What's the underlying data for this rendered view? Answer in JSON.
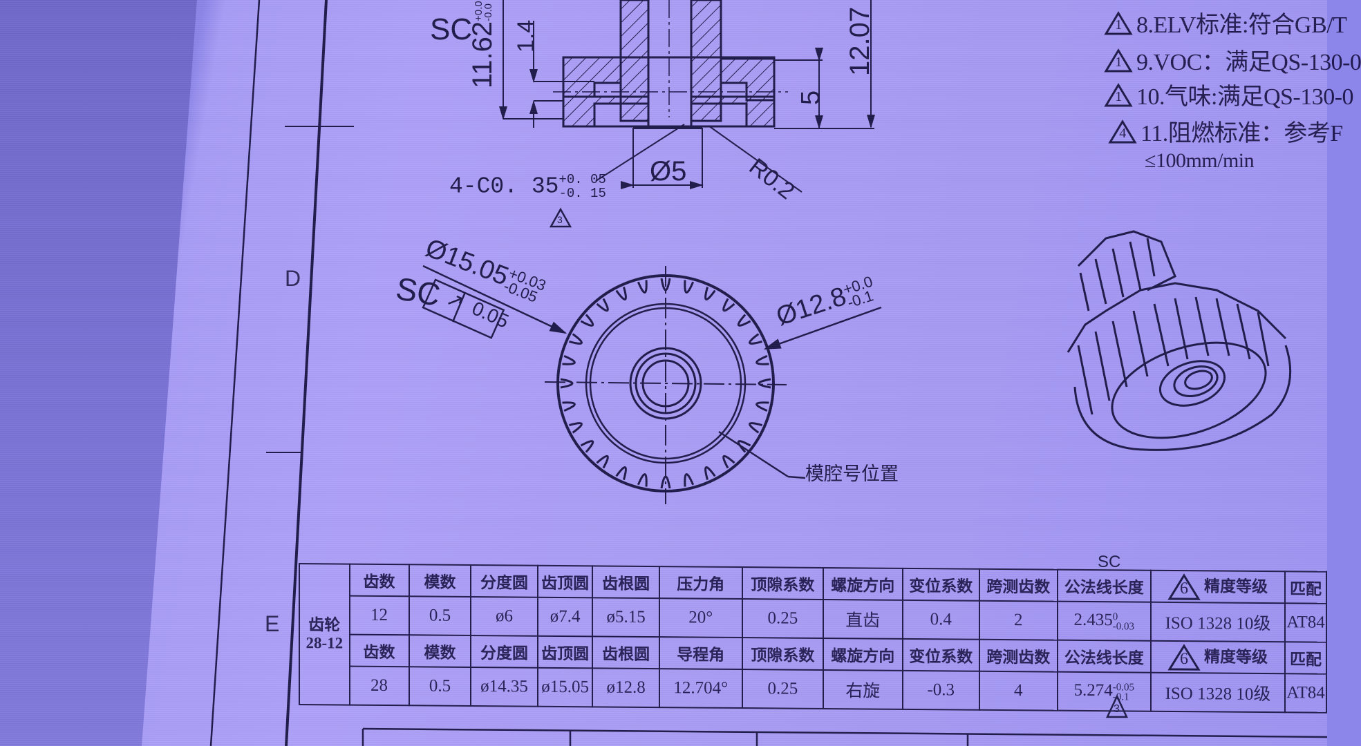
{
  "zones": {
    "d": "D",
    "e": "E"
  },
  "notes": [
    {
      "marker": "1",
      "text": "8.ELV标准:符合GB/T"
    },
    {
      "marker": "1",
      "text": "9.VOC：满足QS-130-0"
    },
    {
      "marker": "1",
      "text": "10.气味:满足QS-130-0"
    },
    {
      "marker": "4",
      "text": "11.阻燃标准：参考F"
    },
    {
      "marker": "",
      "text": "≤100mm/min"
    }
  ],
  "section_view": {
    "sc_label": "SC",
    "height_dim": "11.62",
    "height_tol_upper": "+0.0",
    "height_tol_lower": "-0.0",
    "step_dim": "1.4",
    "flange_dim": "5",
    "overall_dim": "12.07",
    "bore_dim": "Ø5",
    "radius_dim": "R0.2",
    "chamfer_dim": "4-C0. 35",
    "chamfer_tol_upper": "+0. 05",
    "chamfer_tol_lower": "-0. 15",
    "chamfer_marker": "3"
  },
  "front_view": {
    "sc_label": "SC",
    "tip_dim": "Ø15.05",
    "tip_tol_upper": "+0.03",
    "tip_tol_lower": "-0.05",
    "runout_symbol": "↗",
    "runout_value": "0.05",
    "root_dim": "Ø12.8",
    "root_tol_upper": "+0.0",
    "root_tol_lower": "-0.1",
    "cavity_label": "模腔号位置"
  },
  "gear_table": {
    "sc_label": "SC",
    "bottom_marker": "3",
    "row_label_line1": "齿轮",
    "row_label_line2": "28-12",
    "gear12_headers": [
      "齿数",
      "模数",
      "分度圆",
      "齿顶圆",
      "齿根圆",
      "压力角",
      "顶隙系数",
      "螺旋方向",
      "变位系数",
      "跨测齿数",
      "公法线长度",
      "精度等级",
      "匹配"
    ],
    "gear12_values": [
      "12",
      "0.5",
      "ø6",
      "ø7.4",
      "ø5.15",
      "20°",
      "0.25",
      "直齿",
      "0.4",
      "2",
      "2.435",
      "ISO  1328  10级",
      "AT84"
    ],
    "gear12_wk_tol_upper": "0",
    "gear12_wk_tol_lower": "-0.03",
    "gear28_headers": [
      "齿数",
      "模数",
      "分度圆",
      "齿顶圆",
      "齿根圆",
      "导程角",
      "顶隙系数",
      "螺旋方向",
      "变位系数",
      "跨测齿数",
      "公法线长度",
      "精度等级",
      "匹配"
    ],
    "gear28_values": [
      "28",
      "0.5",
      "ø14.35",
      "ø15.05",
      "ø12.8",
      "12.704°",
      "0.25",
      "右旋",
      "-0.3",
      "4",
      "5.274",
      "ISO  1328  10级",
      "AT84"
    ],
    "gear28_wk_tol_upper": "-0.05",
    "gear28_wk_tol_lower": "-0.1",
    "precision_marker": "6"
  }
}
